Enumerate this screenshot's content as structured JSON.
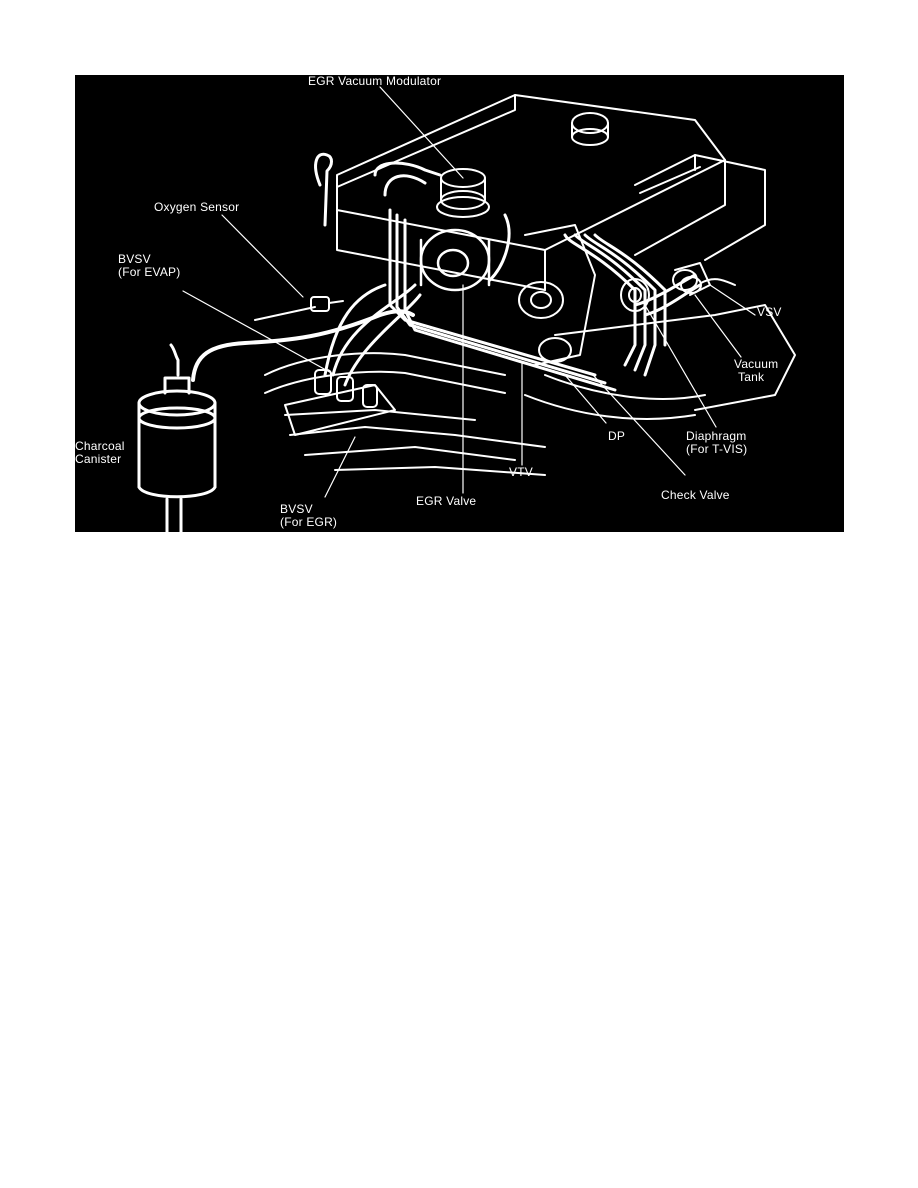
{
  "diagram": {
    "background": "#000000",
    "line_color": "#ffffff",
    "labels": {
      "egr_vacuum_modulator": "EGR Vacuum Modulator",
      "oxygen_sensor": "Oxygen Sensor",
      "bvsv_evap_1": "BVSV",
      "bvsv_evap_2": "(For EVAP)",
      "charcoal_canister_1": "Charcoal",
      "charcoal_canister_2": "Canister",
      "bvsv_egr_1": "BVSV",
      "bvsv_egr_2": "(For EGR)",
      "egr_valve": "EGR Valve",
      "vtv": "VTV",
      "dp": "DP",
      "check_valve": "Check Valve",
      "diaphragm_1": "Diaphragm",
      "diaphragm_2": "(For T-VIS)",
      "vacuum_tank_1": "Vacuum",
      "vacuum_tank_2": "Tank",
      "vsv": "VSV"
    }
  }
}
